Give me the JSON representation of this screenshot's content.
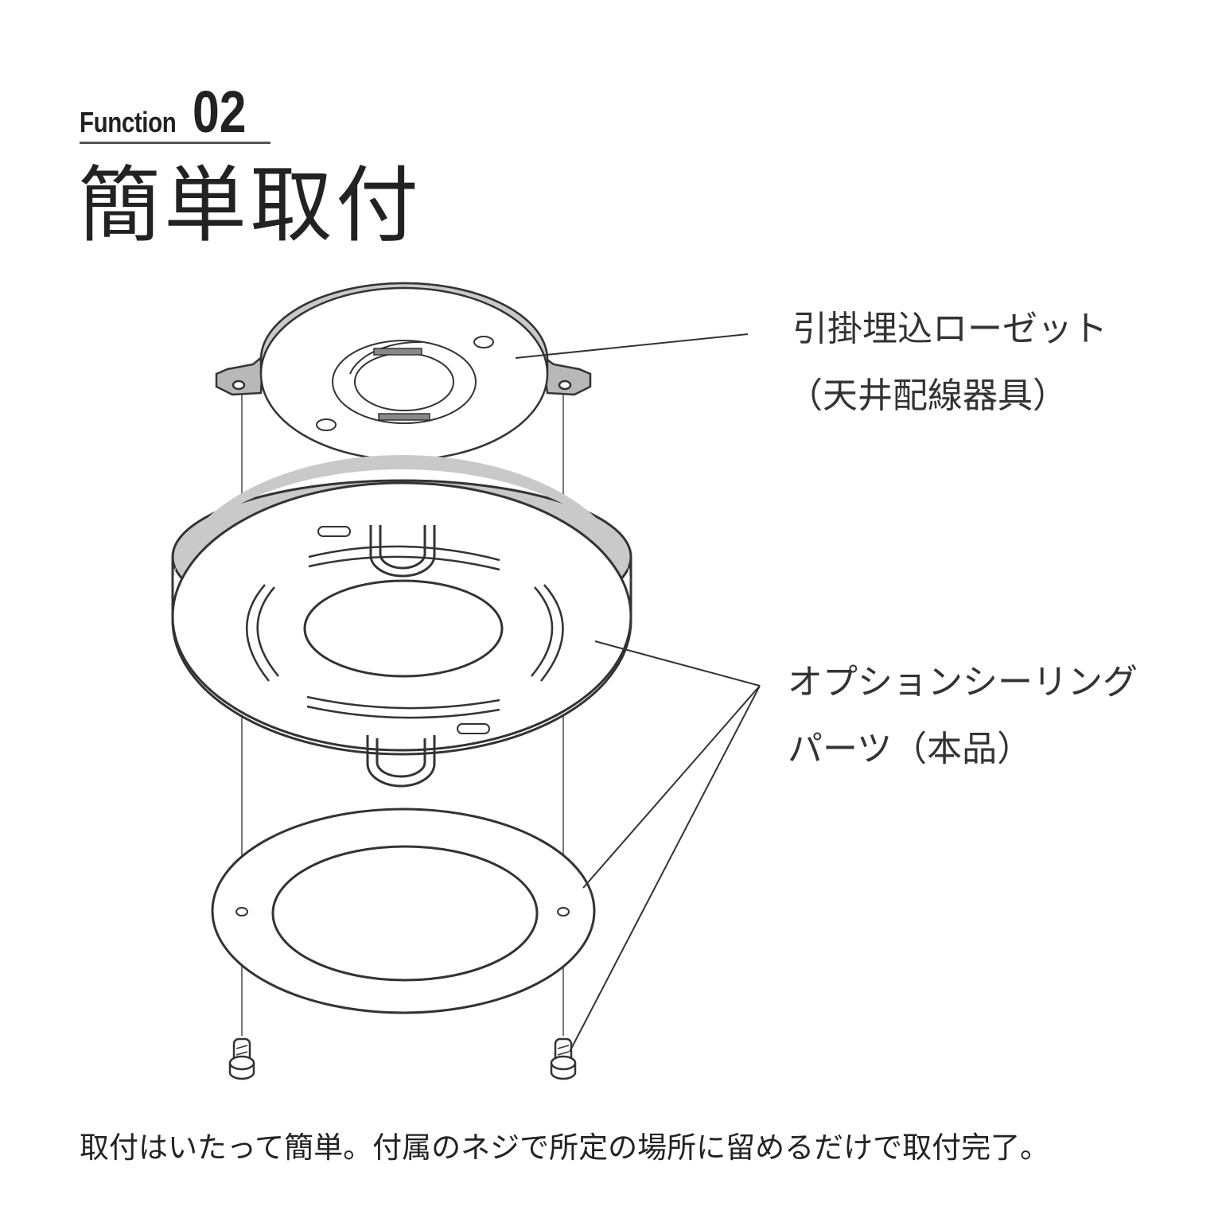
{
  "header": {
    "function_word": "Function",
    "function_number": "02",
    "title": "簡単取付"
  },
  "labels": {
    "rosette_line1": "引掛埋込ローゼット",
    "rosette_line2": "（天井配線器具）",
    "option_line1": "オプションシーリング",
    "option_line2": "パーツ（本品）"
  },
  "caption": "取付はいたって簡単。付属のネジで所定の場所に留めるだけで取付完了。"
}
